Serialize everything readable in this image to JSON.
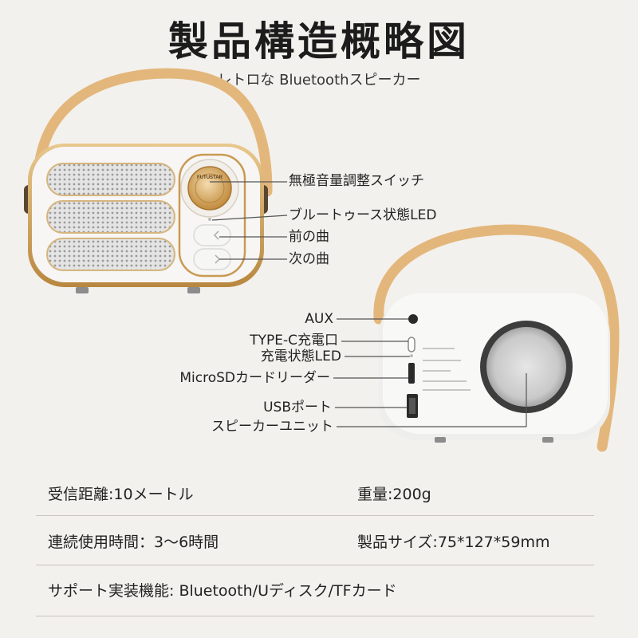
{
  "header": {
    "title": "製品構造概略図",
    "subtitle": "レトロな Bluetoothスピーカー"
  },
  "front_view": {
    "brand": "FUTUSTAR",
    "callouts": [
      "無極音量調整スイッチ",
      "ブルートゥース状態LED",
      "前の曲",
      "次の曲"
    ]
  },
  "back_view": {
    "callouts": [
      "AUX",
      "TYPE-C充電口",
      "充電状態LED",
      "MicroSDカードリーダー",
      "USBポート",
      "スピーカーユニット"
    ]
  },
  "specs": {
    "range": "受信距離:10メートル",
    "weight": "重量:200g",
    "playtime": "連続使用時間：3〜6時間",
    "size": "製品サイズ:75*127*59mm",
    "support": "サポート実装機能: Bluetooth/Uディスク/TFカード"
  },
  "colors": {
    "strap": "#e3b77c",
    "gold": "#c99a52",
    "body": "#f7f6f4",
    "grille": "#dcdcdc"
  }
}
